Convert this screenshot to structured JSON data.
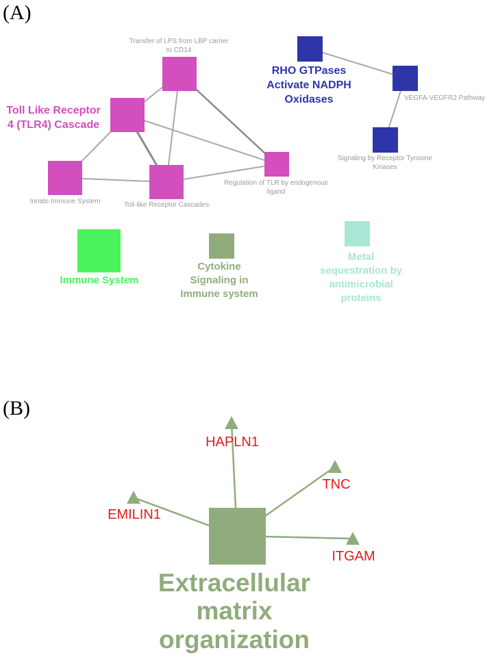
{
  "panels": {
    "a_label": "(A)",
    "b_label": "(B)"
  },
  "colors": {
    "magenta": "#d24fbd",
    "navy": "#2e35a8",
    "bright_green": "#4cf25c",
    "olive_green": "#90ac7c",
    "mint": "#a9e6d6",
    "gene_red": "#e41a1c",
    "edge_gray": "#a8a8a8",
    "small_text_gray": "#9a9a9a"
  },
  "panel_a": {
    "nodes": {
      "lps": {
        "line1": "Transfer of LPS from LBP carrier",
        "line2": "to CD14"
      },
      "tlr4": {
        "line1": "Toll Like Receptor",
        "line2": "4 (TLR4) Cascade"
      },
      "innate": {
        "label": "Innate Immune System"
      },
      "tlr_cascades": {
        "label": "Toll-like Receptor Cascades"
      },
      "regulation": {
        "line1": "Regulation of TLR by endogenous",
        "line2": "ligand"
      },
      "rho": {
        "line1": "RHO GTPases",
        "line2": "Activate NADPH",
        "line3": "Oxidases"
      },
      "vegfa": {
        "label": "VEGFA-VEGFR2 Pathway"
      },
      "rtk": {
        "line1": "Signaling by Receptor Tyrosine",
        "line2": "Kinases"
      },
      "immune": {
        "label": "Immune System"
      },
      "cytokine": {
        "line1": "Cytokine",
        "line2": "Signaling in",
        "line3": "Immune system"
      },
      "metal": {
        "line1": "Metal",
        "line2": "sequestration by",
        "line3": "antimicrobial",
        "line4": "proteins"
      }
    }
  },
  "panel_b": {
    "center": {
      "line1": "Extracellular",
      "line2": "matrix",
      "line3": "organization"
    },
    "genes": {
      "hapln1": "HAPLN1",
      "tnc": "TNC",
      "emilin1": "EMILIN1",
      "itgam": "ITGAM"
    }
  }
}
